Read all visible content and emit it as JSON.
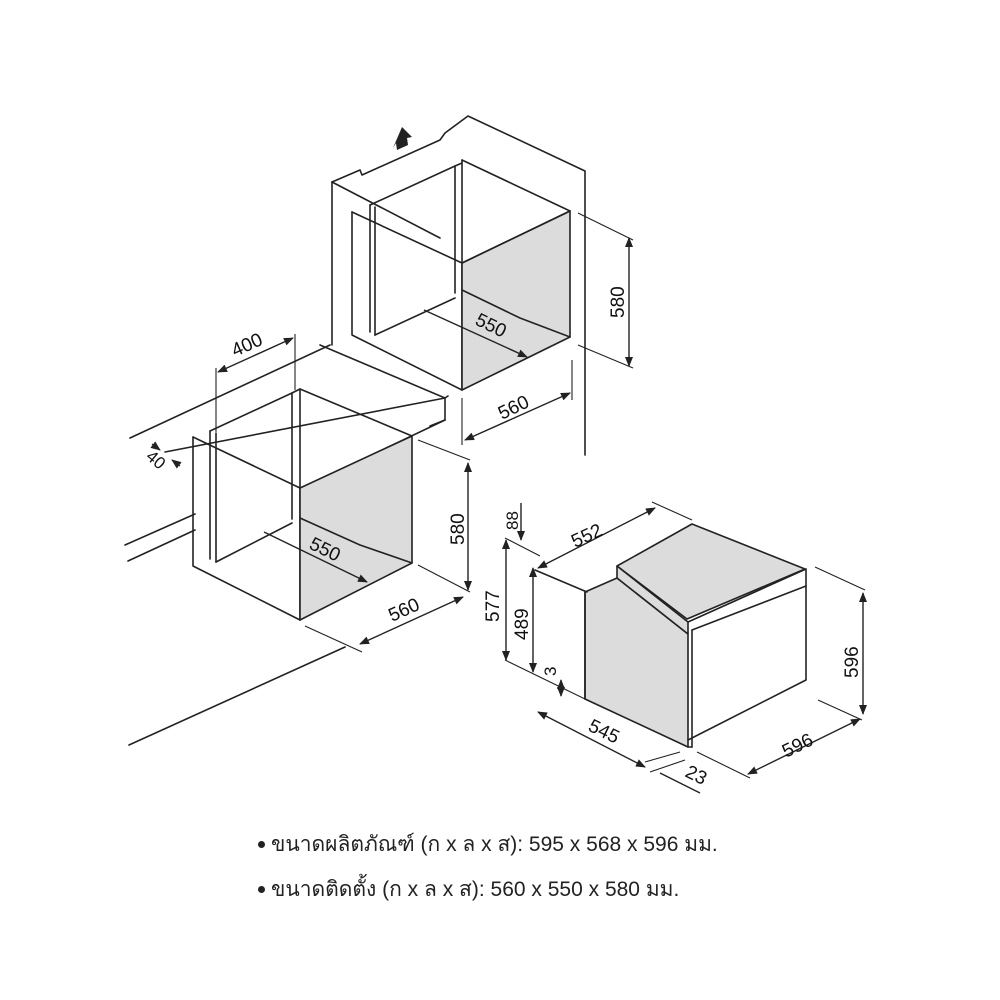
{
  "diagram": {
    "title": "Built-in oven installation dimensions",
    "colors": {
      "line": "#222222",
      "fill": "#dcdcdc",
      "background": "#ffffff"
    },
    "column_install": {
      "width_label": "560",
      "depth_label": "550",
      "height_label": "580",
      "vent_arrow": "up-arrow-icon"
    },
    "under_counter_install": {
      "opening_label": "400",
      "gap_label": "40",
      "width_label": "560",
      "depth_label": "550",
      "height_label": "580"
    },
    "appliance": {
      "top_depth_label": "552",
      "top_offset_label": "88",
      "total_height_label": "577",
      "body_height_label": "489",
      "bottom_gap_label": "3",
      "body_depth_label": "545",
      "front_thickness_label": "23",
      "front_width_label": "596",
      "front_height_label": "596"
    }
  },
  "notes": [
    {
      "text": "ขนาดผลิตภัณฑ์ (ก x ล x ส): 595 x 568 x 596 มม."
    },
    {
      "text": "ขนาดติดตั้ง (ก x ล x ส): 560 x 550 x 580 มม."
    }
  ]
}
